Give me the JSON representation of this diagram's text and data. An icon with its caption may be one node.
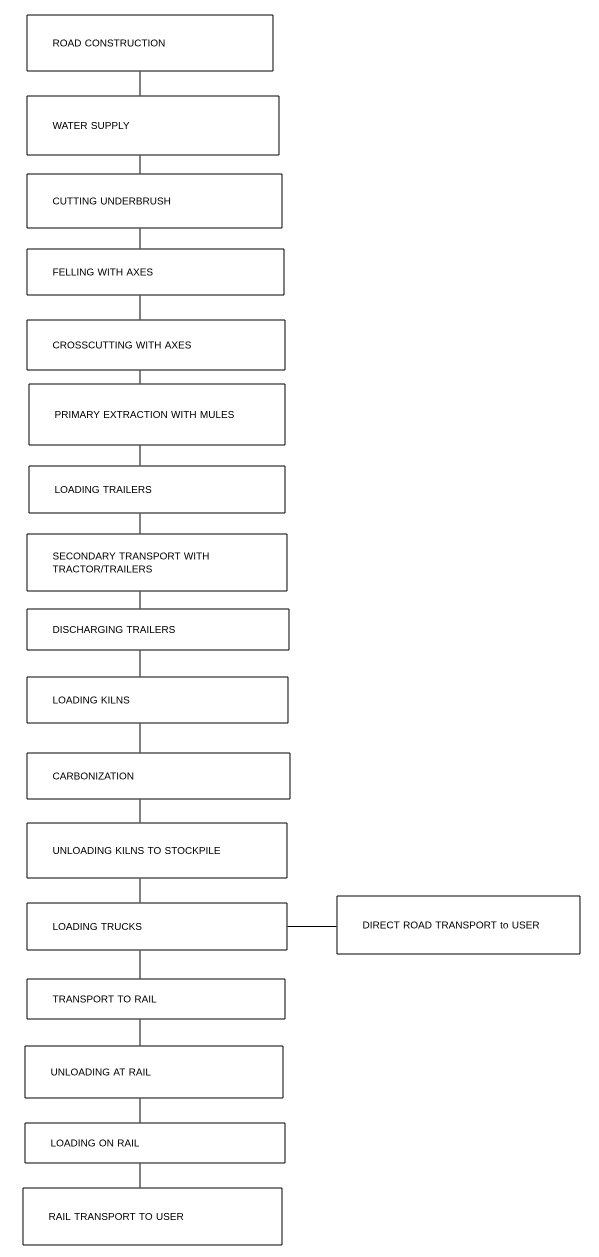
{
  "diagram": {
    "nodes": [
      {
        "text": [
          "ROAD CONSTRUCTION"
        ]
      },
      {
        "text": [
          "WATER SUPPLY"
        ]
      },
      {
        "text": [
          "CUTTING UNDERBRUSH"
        ]
      },
      {
        "text": [
          "FELLING WITH AXES"
        ]
      },
      {
        "text": [
          "CROSSCUTTING WITH AXES"
        ]
      },
      {
        "text": [
          "PRIMARY EXTRACTION WITH MULES"
        ]
      },
      {
        "text": [
          "LOADING TRAILERS"
        ]
      },
      {
        "text": [
          "SECONDARY TRANSPORT WITH TRACTOR/TRAILERS"
        ]
      },
      {
        "text": [
          "DISCHARGING TRAILERS"
        ]
      },
      {
        "text": [
          "LOADING KILNS"
        ]
      },
      {
        "text": [
          "CARBONIZATION"
        ]
      },
      {
        "text": [
          "UNLOADING KILNS TO STOCKPILE"
        ]
      },
      {
        "text": [
          "LOADING TRUCKS"
        ]
      },
      {
        "text": [
          "DIRECT ROAD TRANSPORT to USER"
        ]
      },
      {
        "text": [
          "TRANSPORT TO RAIL"
        ]
      },
      {
        "text": [
          "UNLOADING AT RAIL"
        ]
      },
      {
        "text": [
          "LOADING ON RAIL"
        ]
      },
      {
        "text": [
          "RAIL TRANSPORT TO USER"
        ]
      }
    ],
    "edges": [
      {
        "from": 0,
        "to": 1,
        "arrow": "none"
      },
      {
        "from": 1,
        "to": 2,
        "arrow": "none"
      },
      {
        "from": 2,
        "to": 3,
        "arrow": "none"
      },
      {
        "from": 3,
        "to": 4,
        "arrow": "none"
      },
      {
        "from": 4,
        "to": 5,
        "arrow": "none"
      },
      {
        "from": 5,
        "to": 6,
        "arrow": "none"
      },
      {
        "from": 6,
        "to": 7,
        "arrow": "none"
      },
      {
        "from": 7,
        "to": 8,
        "arrow": "none"
      },
      {
        "from": 8,
        "to": 9,
        "arrow": "none"
      },
      {
        "from": 9,
        "to": 10,
        "arrow": "none"
      },
      {
        "from": 10,
        "to": 11,
        "arrow": "none"
      },
      {
        "from": 11,
        "to": 12,
        "arrow": "none"
      },
      {
        "from": 12,
        "to": 13,
        "arrow": "none"
      },
      {
        "from": 12,
        "to": 14,
        "arrow": "none"
      },
      {
        "from": 14,
        "to": 15,
        "arrow": "none"
      },
      {
        "from": 15,
        "to": 16,
        "arrow": "none"
      },
      {
        "from": 16,
        "to": 17,
        "arrow": "none"
      }
    ]
  }
}
